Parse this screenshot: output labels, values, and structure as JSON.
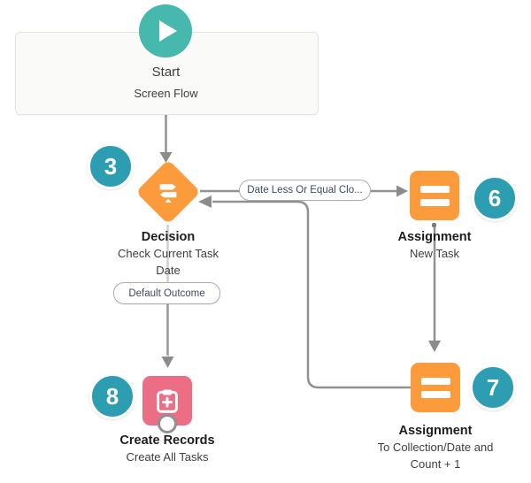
{
  "nodes": {
    "start": {
      "title": "Start",
      "subtitle": "Screen Flow"
    },
    "decision": {
      "badge": "3",
      "title": "Decision",
      "subtitle": "Check Current Task Date"
    },
    "assignment_new_task": {
      "badge": "6",
      "title": "Assignment",
      "subtitle": "New Task"
    },
    "assignment_to_collection": {
      "badge": "7",
      "title": "Assignment",
      "subtitle": "To Collection/Date and Count + 1"
    },
    "create_records": {
      "badge": "8",
      "title": "Create Records",
      "subtitle": "Create All Tasks"
    }
  },
  "connector_labels": {
    "decision_outcome_to_assignment": "Date Less Or Equal Clo...",
    "decision_default_outcome": "Default Outcome"
  },
  "icons": {
    "start": "play-icon",
    "decision": "signpost-icon",
    "assignment": "equals-icon",
    "create_records": "clipboard-plus-icon"
  },
  "colors": {
    "element_orange": "#FB9B3B",
    "element_pink": "#EB6E85",
    "start_teal": "#46B8AE",
    "badge_teal": "#2D9DB2",
    "connector_gray": "#919191",
    "connector_light_gray": "#CFCFCD",
    "card_background": "#FAFAF9",
    "pill_text_navy": "#3E4B68"
  }
}
